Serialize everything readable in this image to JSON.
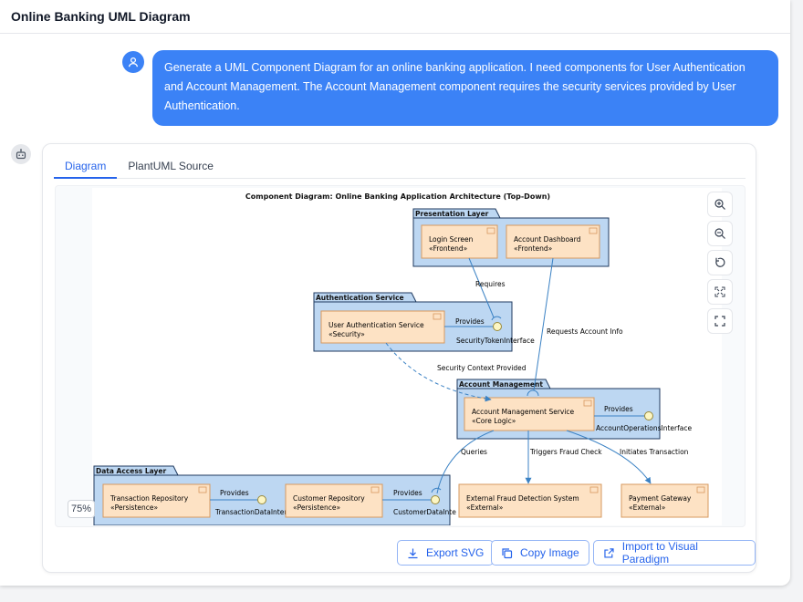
{
  "header": {
    "title": "Online Banking UML Diagram"
  },
  "chat": {
    "user_message": "Generate a UML Component Diagram for an online banking application. I need components for User Authentication and Account Management. The Account Management component requires the security services provided by User Authentication."
  },
  "tabs": [
    {
      "label": "Diagram",
      "active": true
    },
    {
      "label": "PlantUML Source",
      "active": false
    }
  ],
  "diagram": {
    "title": "Component Diagram: Online Banking Application Architecture (Top-Down)",
    "packages": {
      "presentation": "Presentation Layer",
      "auth": "Authentication Service",
      "account": "Account Management",
      "data": "Data Access Layer"
    },
    "components": {
      "login": {
        "name": "Login Screen",
        "stereo": "«Frontend»"
      },
      "dashboard": {
        "name": "Account Dashboard",
        "stereo": "«Frontend»"
      },
      "user_auth": {
        "name": "User Authentication Service",
        "stereo": "«Security»"
      },
      "account_svc": {
        "name": "Account Management Service",
        "stereo": "«Core Logic»"
      },
      "tx_repo": {
        "name": "Transaction Repository",
        "stereo": "«Persistence»"
      },
      "cust_repo": {
        "name": "Customer Repository",
        "stereo": "«Persistence»"
      },
      "fraud": {
        "name": "External Fraud Detection System",
        "stereo": "«External»"
      },
      "payment": {
        "name": "Payment Gateway",
        "stereo": "«External»"
      }
    },
    "interfaces": {
      "security_token": "SecurityTokenInterface",
      "account_ops": "AccountOperationsInterface",
      "transaction_data": "TransactionDataInterface",
      "customer_data": "CustomerDataInte"
    },
    "labels": {
      "requires": "Requires",
      "requests_account_info": "Requests Account Info",
      "provides": "Provides",
      "security_context": "Security Context Provided",
      "queries": "Queries",
      "triggers_fraud": "Triggers Fraud Check",
      "initiates_tx": "Initiates Transaction"
    },
    "colors": {
      "package_fill": "#bdd7f2",
      "component_fill": "#fde2c4",
      "component_border": "#d6995f",
      "edge": "#3b82c4"
    }
  },
  "zoom": {
    "level": "75%"
  },
  "controls": [
    "zoom-in-icon",
    "zoom-out-icon",
    "reset-icon",
    "fit-icon",
    "fullscreen-icon"
  ],
  "actions": {
    "export_svg": "Export SVG",
    "copy_image": "Copy Image",
    "import_vp": "Import to Visual Paradigm"
  }
}
